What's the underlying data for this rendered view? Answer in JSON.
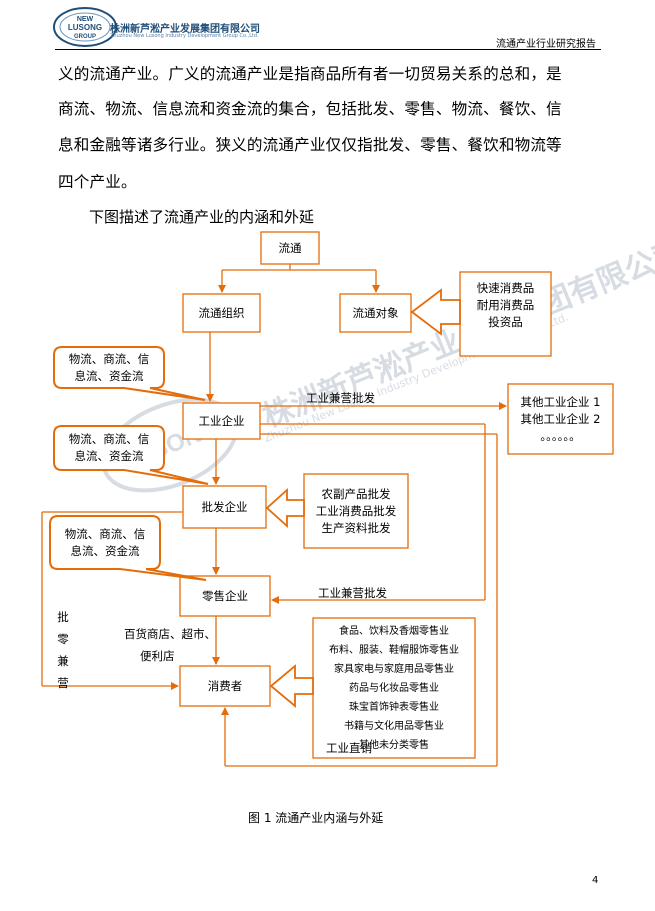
{
  "header": {
    "company_cn": "株洲新芦淞产业发展集团有限公司",
    "company_en": "Zhuzhou New Lusong Industry Development Group Co.,Ltd.",
    "logo_text": [
      "NEW",
      "LUSONG",
      "GROUP"
    ],
    "report_title": "流通产业行业研究报告"
  },
  "body": {
    "lines": [
      "义的流通产业。广义的流通产业是指商品所有者一切贸易关系的总和，是",
      "商流、物流、信息流和资金流的集合，包括批发、零售、物流、餐饮、信",
      "息和金融等诸多行业。狭义的流通产业仅仅指批发、零售、餐饮和物流等",
      "四个产业。"
    ],
    "lead": "下图描述了流通产业的内涵和外延"
  },
  "diagram": {
    "top": "流通",
    "org": "流通组织",
    "obj": "流通对象",
    "goods": [
      "快速消费品",
      "耐用消费品",
      "投资品"
    ],
    "callout1": [
      "物流、商流、信",
      "息流、资金流"
    ],
    "callout2": [
      "物流、商流、信",
      "息流、资金流"
    ],
    "callout3": [
      "物流、商流、信",
      "息流、资金流"
    ],
    "industry": "工业企业",
    "industry_wholesale_top": "工业兼营批发",
    "others": [
      "其他工业企业 1",
      "其他工业企业 2",
      "。。。。。。"
    ],
    "wholesale": "批发企业",
    "wholesale_types": [
      "农副产品批发",
      "工业消费品批发",
      "生产资料批发"
    ],
    "retail": "零售企业",
    "industry_wholesale_mid": "工业兼营批发",
    "side_label": [
      "批",
      "零",
      "兼",
      "营"
    ],
    "stores": [
      "百货商店、超市、",
      "便利店"
    ],
    "consumer": "消费者",
    "retail_types": [
      "食品、饮料及香烟零售业",
      "布料、服装、鞋帽服饰零售业",
      "家具家电与家庭用品零售业",
      "药品与化妆品零售业",
      "珠宝首饰钟表零售业",
      "书籍与文化用品零售业",
      "其他未分类零售"
    ],
    "direct": "工业直销"
  },
  "caption": "图 1  流通产业内涵与外延",
  "page_number": "4",
  "watermark": {
    "cn": "株洲新芦淞产业发展集团有限公司",
    "en": "Zhuzhou New Lusong Industry Development Group Co.,Ltd."
  },
  "colors": {
    "orange": "#e46c0a",
    "brand_blue": "#1f4e79"
  }
}
